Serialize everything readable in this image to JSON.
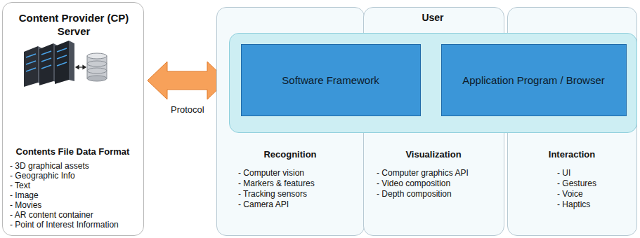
{
  "diagram": {
    "nodes": [
      {
        "text": [
          "Content Provider (CP) Server",
          "Contents File Data Format",
          "- 3D graphical assets",
          "- Geographic Info",
          "- Text",
          "- Image",
          "- Movies",
          "- AR content container",
          "- Point of Interest Information"
        ]
      },
      {
        "text": [
          "Recognition",
          "- Computer vision",
          "- Markers & features",
          "- Tracking sensors",
          "- Camera API"
        ]
      },
      {
        "text": [
          "Visualization",
          "- Computer graphics API",
          "- Video composition",
          "- Depth composition"
        ]
      },
      {
        "text": [
          "Interaction",
          "- UI",
          "- Gestures",
          "- Voice",
          "- Haptics"
        ]
      },
      {
        "text": [
          "User"
        ]
      },
      {
        "text": [
          "Software Framework"
        ],
        "in": 4
      },
      {
        "text": [
          "Application Program / Browser"
        ],
        "in": 4
      }
    ],
    "edges": [
      {
        "from": 0,
        "to": 4,
        "label": "Protocol",
        "arrow": "both"
      }
    ]
  }
}
